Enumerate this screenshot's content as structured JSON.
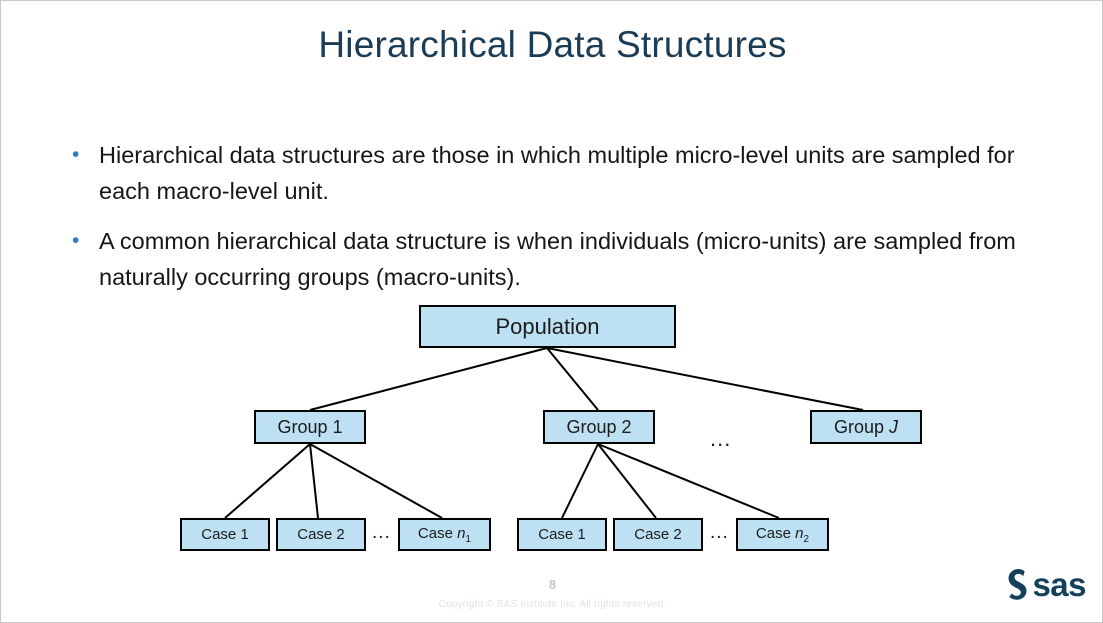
{
  "slide": {
    "title": "Hierarchical Data Structures",
    "bullet_marker": "•",
    "bullets": [
      "Hierarchical data structures are those in which multiple micro-level units are sampled for each macro-level unit.",
      "A common hierarchical data structure is when individuals (micro-units) are sampled from naturally occurring groups (macro-units)."
    ]
  },
  "diagram": {
    "root": {
      "label": "Population"
    },
    "ellipsis": "...",
    "groups": [
      {
        "label": "Group 1",
        "label_prefix": "Group ",
        "label_var": "1",
        "label_sub": ""
      },
      {
        "label": "Group 2",
        "label_prefix": "Group ",
        "label_var": "2",
        "label_sub": ""
      },
      {
        "label": "Group J",
        "label_prefix": "Group ",
        "label_var": "J",
        "label_sub": ""
      }
    ],
    "cases_group1": [
      {
        "label": "Case 1",
        "prefix": "Case ",
        "var": "1",
        "sub": ""
      },
      {
        "label": "Case 2",
        "prefix": "Case ",
        "var": "2",
        "sub": ""
      },
      {
        "label": "Case n1",
        "prefix": "Case ",
        "var": "n",
        "sub": "1"
      }
    ],
    "cases_group2": [
      {
        "label": "Case 1",
        "prefix": "Case ",
        "var": "1",
        "sub": ""
      },
      {
        "label": "Case 2",
        "prefix": "Case ",
        "var": "2",
        "sub": ""
      },
      {
        "label": "Case n2",
        "prefix": "Case ",
        "var": "n",
        "sub": "2"
      }
    ]
  },
  "footer": {
    "page_number": "8",
    "copyright": "Copyright © SAS Institute Inc. All rights reserved.",
    "logo_word": "sas"
  },
  "colors": {
    "title": "#1b3c54",
    "body_text": "#161616",
    "bullet_marker": "#2f7fc1",
    "node_fill": "#bde0f2",
    "node_border": "#000000",
    "logo": "#14405c",
    "footer_text": "#c6c6c6"
  }
}
